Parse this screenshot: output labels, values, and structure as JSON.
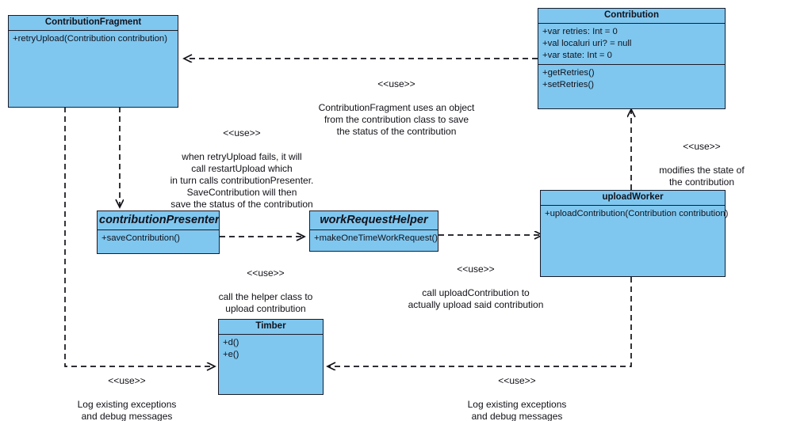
{
  "diagram": {
    "type": "uml-class-diagram",
    "background": "#ffffff",
    "class_fill": "#7fc7ef",
    "class_stroke": "#1b1b28",
    "stereotype": "<<use>>"
  },
  "classes": {
    "contribution_fragment": {
      "name": "ContributionFragment",
      "members": [
        "+retryUpload(Contribution contribution)"
      ]
    },
    "contribution": {
      "name": "Contribution",
      "attributes": [
        "+var retries: Int = 0",
        "+val localuri uri? = null",
        "+var state: Int = 0"
      ],
      "methods": [
        "+getRetries()",
        "+setRetries()"
      ]
    },
    "contribution_presenter": {
      "name": "contributionPresenter",
      "members": [
        "+saveContribution()"
      ]
    },
    "work_request_helper": {
      "name": "workRequestHelper",
      "members": [
        "+makeOneTimeWorkRequest()"
      ]
    },
    "upload_worker": {
      "name": "uploadWorker",
      "members": [
        "+uploadContribution(Contribution contribution)"
      ]
    },
    "timber": {
      "name": "Timber",
      "members": [
        "+d()",
        "+e()"
      ]
    }
  },
  "notes": {
    "fragment_uses_contribution": {
      "stereotype": "<<use>>",
      "text": "ContributionFragment uses an object\nfrom the contribution class to save\nthe status of the contribution"
    },
    "fragment_to_presenter": {
      "stereotype": "<<use>>",
      "text": "when retryUpload fails, it will\ncall restartUpload which\nin turn calls contributionPresenter.\nSaveContribution will then\nsave the status of the contribution"
    },
    "worker_modifies_contribution": {
      "stereotype": "<<use>>",
      "text": "modifies the state of\nthe contribution"
    },
    "presenter_to_helper": {
      "stereotype": "<<use>>",
      "text": "call the helper class to\nupload contribution"
    },
    "helper_to_worker": {
      "stereotype": "<<use>>",
      "text": "call uploadContribution to\nactually upload said contribution"
    },
    "fragment_logs": {
      "stereotype": "<<use>>",
      "text": "Log existing exceptions\nand debug messages"
    },
    "worker_logs": {
      "stereotype": "<<use>>",
      "text": "Log existing exceptions\nand debug messages"
    }
  }
}
